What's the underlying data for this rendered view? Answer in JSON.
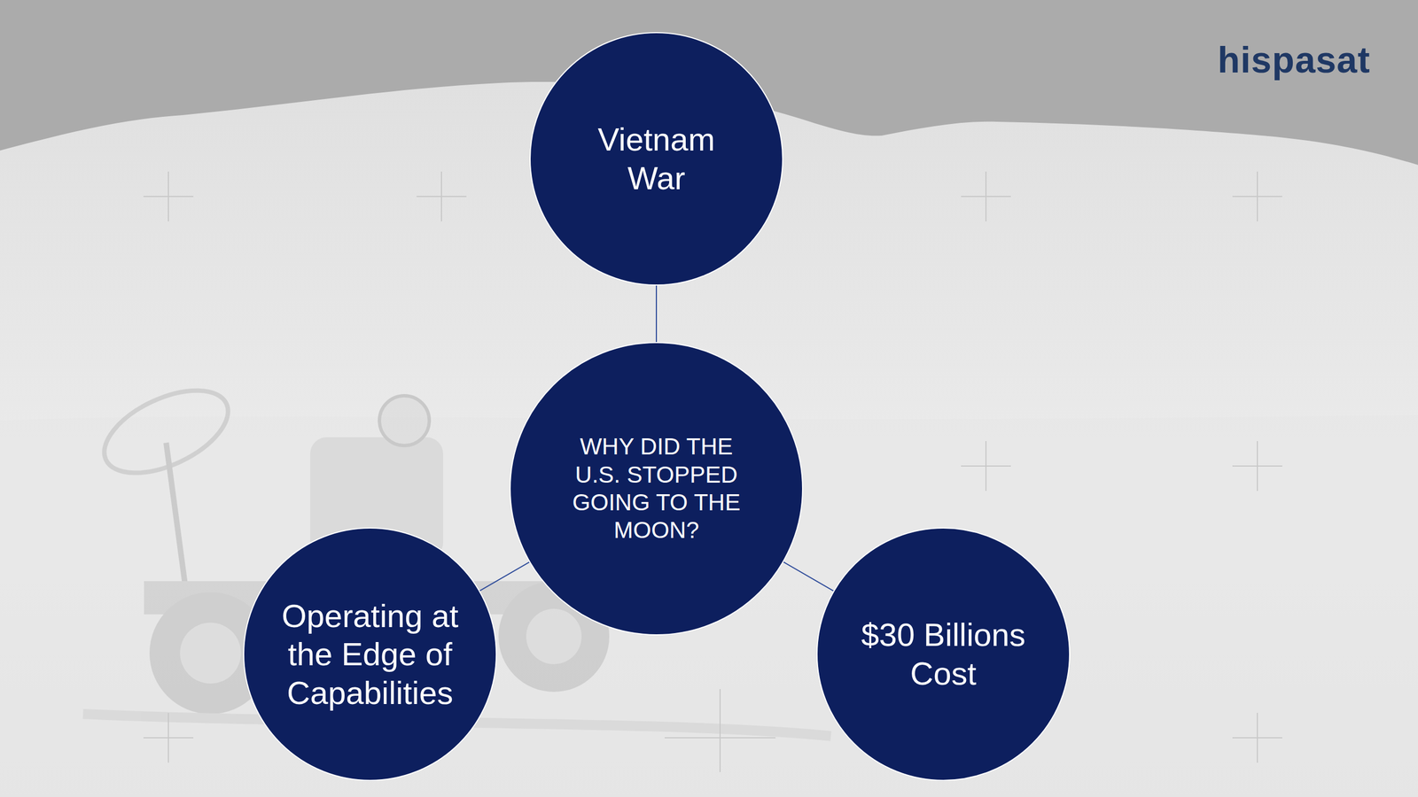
{
  "diagram": {
    "nodes": [
      {
        "text": [
          "Vietnam War"
        ]
      },
      {
        "text": [
          "WHY DID THE U.S. STOPPED GOING TO THE MOON?"
        ]
      },
      {
        "text": [
          "Operating at the Edge of Capabilities"
        ]
      },
      {
        "text": [
          "$30 Billions Cost"
        ]
      }
    ],
    "edges": [
      {
        "from": 1,
        "to": 0,
        "arrow": "none"
      },
      {
        "from": 1,
        "to": 2,
        "arrow": "none"
      },
      {
        "from": 1,
        "to": 3,
        "arrow": "none"
      }
    ],
    "labels": [
      "hispasat"
    ]
  }
}
